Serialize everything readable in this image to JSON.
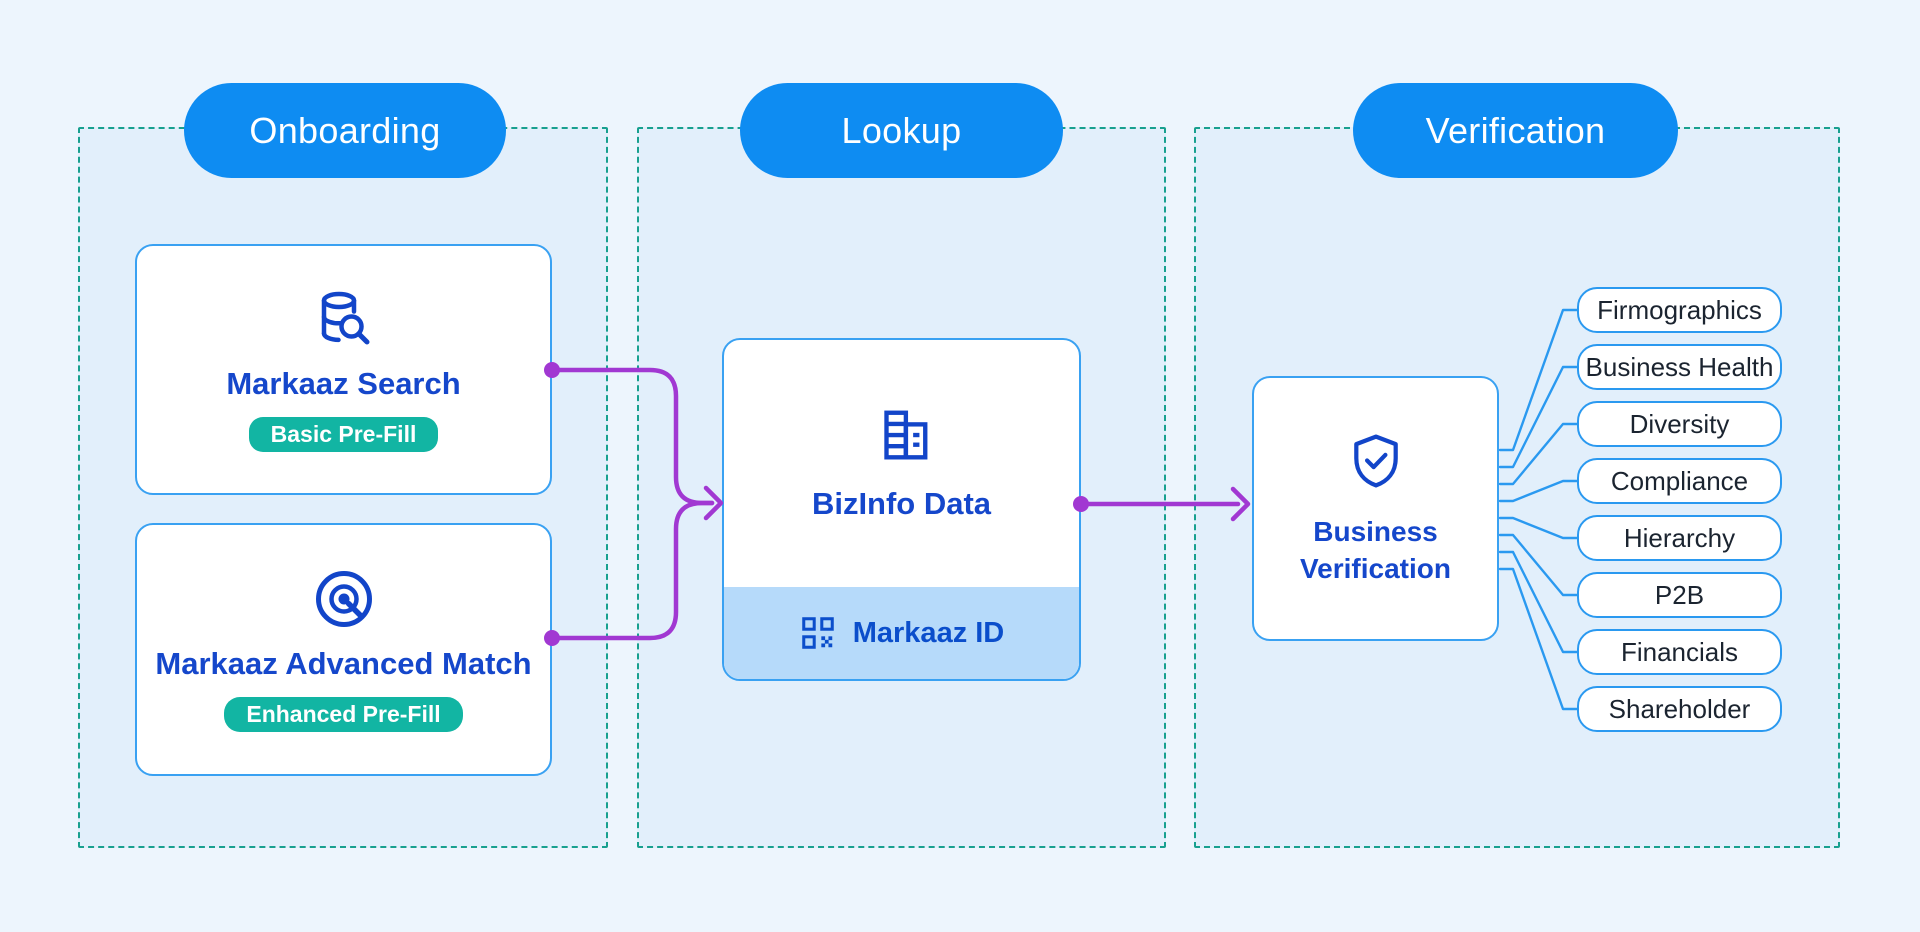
{
  "colors": {
    "page_bg": "#edf5fd",
    "zone_fill": "#e2effb",
    "zone_dash_teal": "#18a08f",
    "header_pill_blue": "#0e8cf2",
    "card_border_blue": "#39a1f2",
    "deep_blue_text": "#1547cb",
    "badge_teal": "#12b5a3",
    "band_blue": "#b6dafa",
    "markaaz_id_text": "#0b4ecb",
    "purple_connector": "#a138d2",
    "fan_line_blue": "#2a99f0",
    "output_text": "#1b2430"
  },
  "sections": [
    {
      "label": "Onboarding"
    },
    {
      "label": "Lookup"
    },
    {
      "label": "Verification"
    }
  ],
  "onboarding": {
    "cards": [
      {
        "title": "Markaaz Search",
        "badge": "Basic Pre-Fill",
        "icon": "database-search-icon"
      },
      {
        "title": "Markaaz Advanced Match",
        "badge": "Enhanced Pre-Fill",
        "icon": "target-match-icon"
      }
    ]
  },
  "lookup": {
    "card": {
      "title": "BizInfo Data",
      "icon": "buildings-icon",
      "footer": {
        "label": "Markaaz ID",
        "icon": "qr-code-icon"
      }
    }
  },
  "verification": {
    "card": {
      "title_line1": "Business",
      "title_line2": "Verification",
      "icon": "shield-check-icon"
    },
    "outputs": [
      "Firmographics",
      "Business Health",
      "Diversity",
      "Compliance",
      "Hierarchy",
      "P2B",
      "Financials",
      "Shareholder"
    ]
  }
}
